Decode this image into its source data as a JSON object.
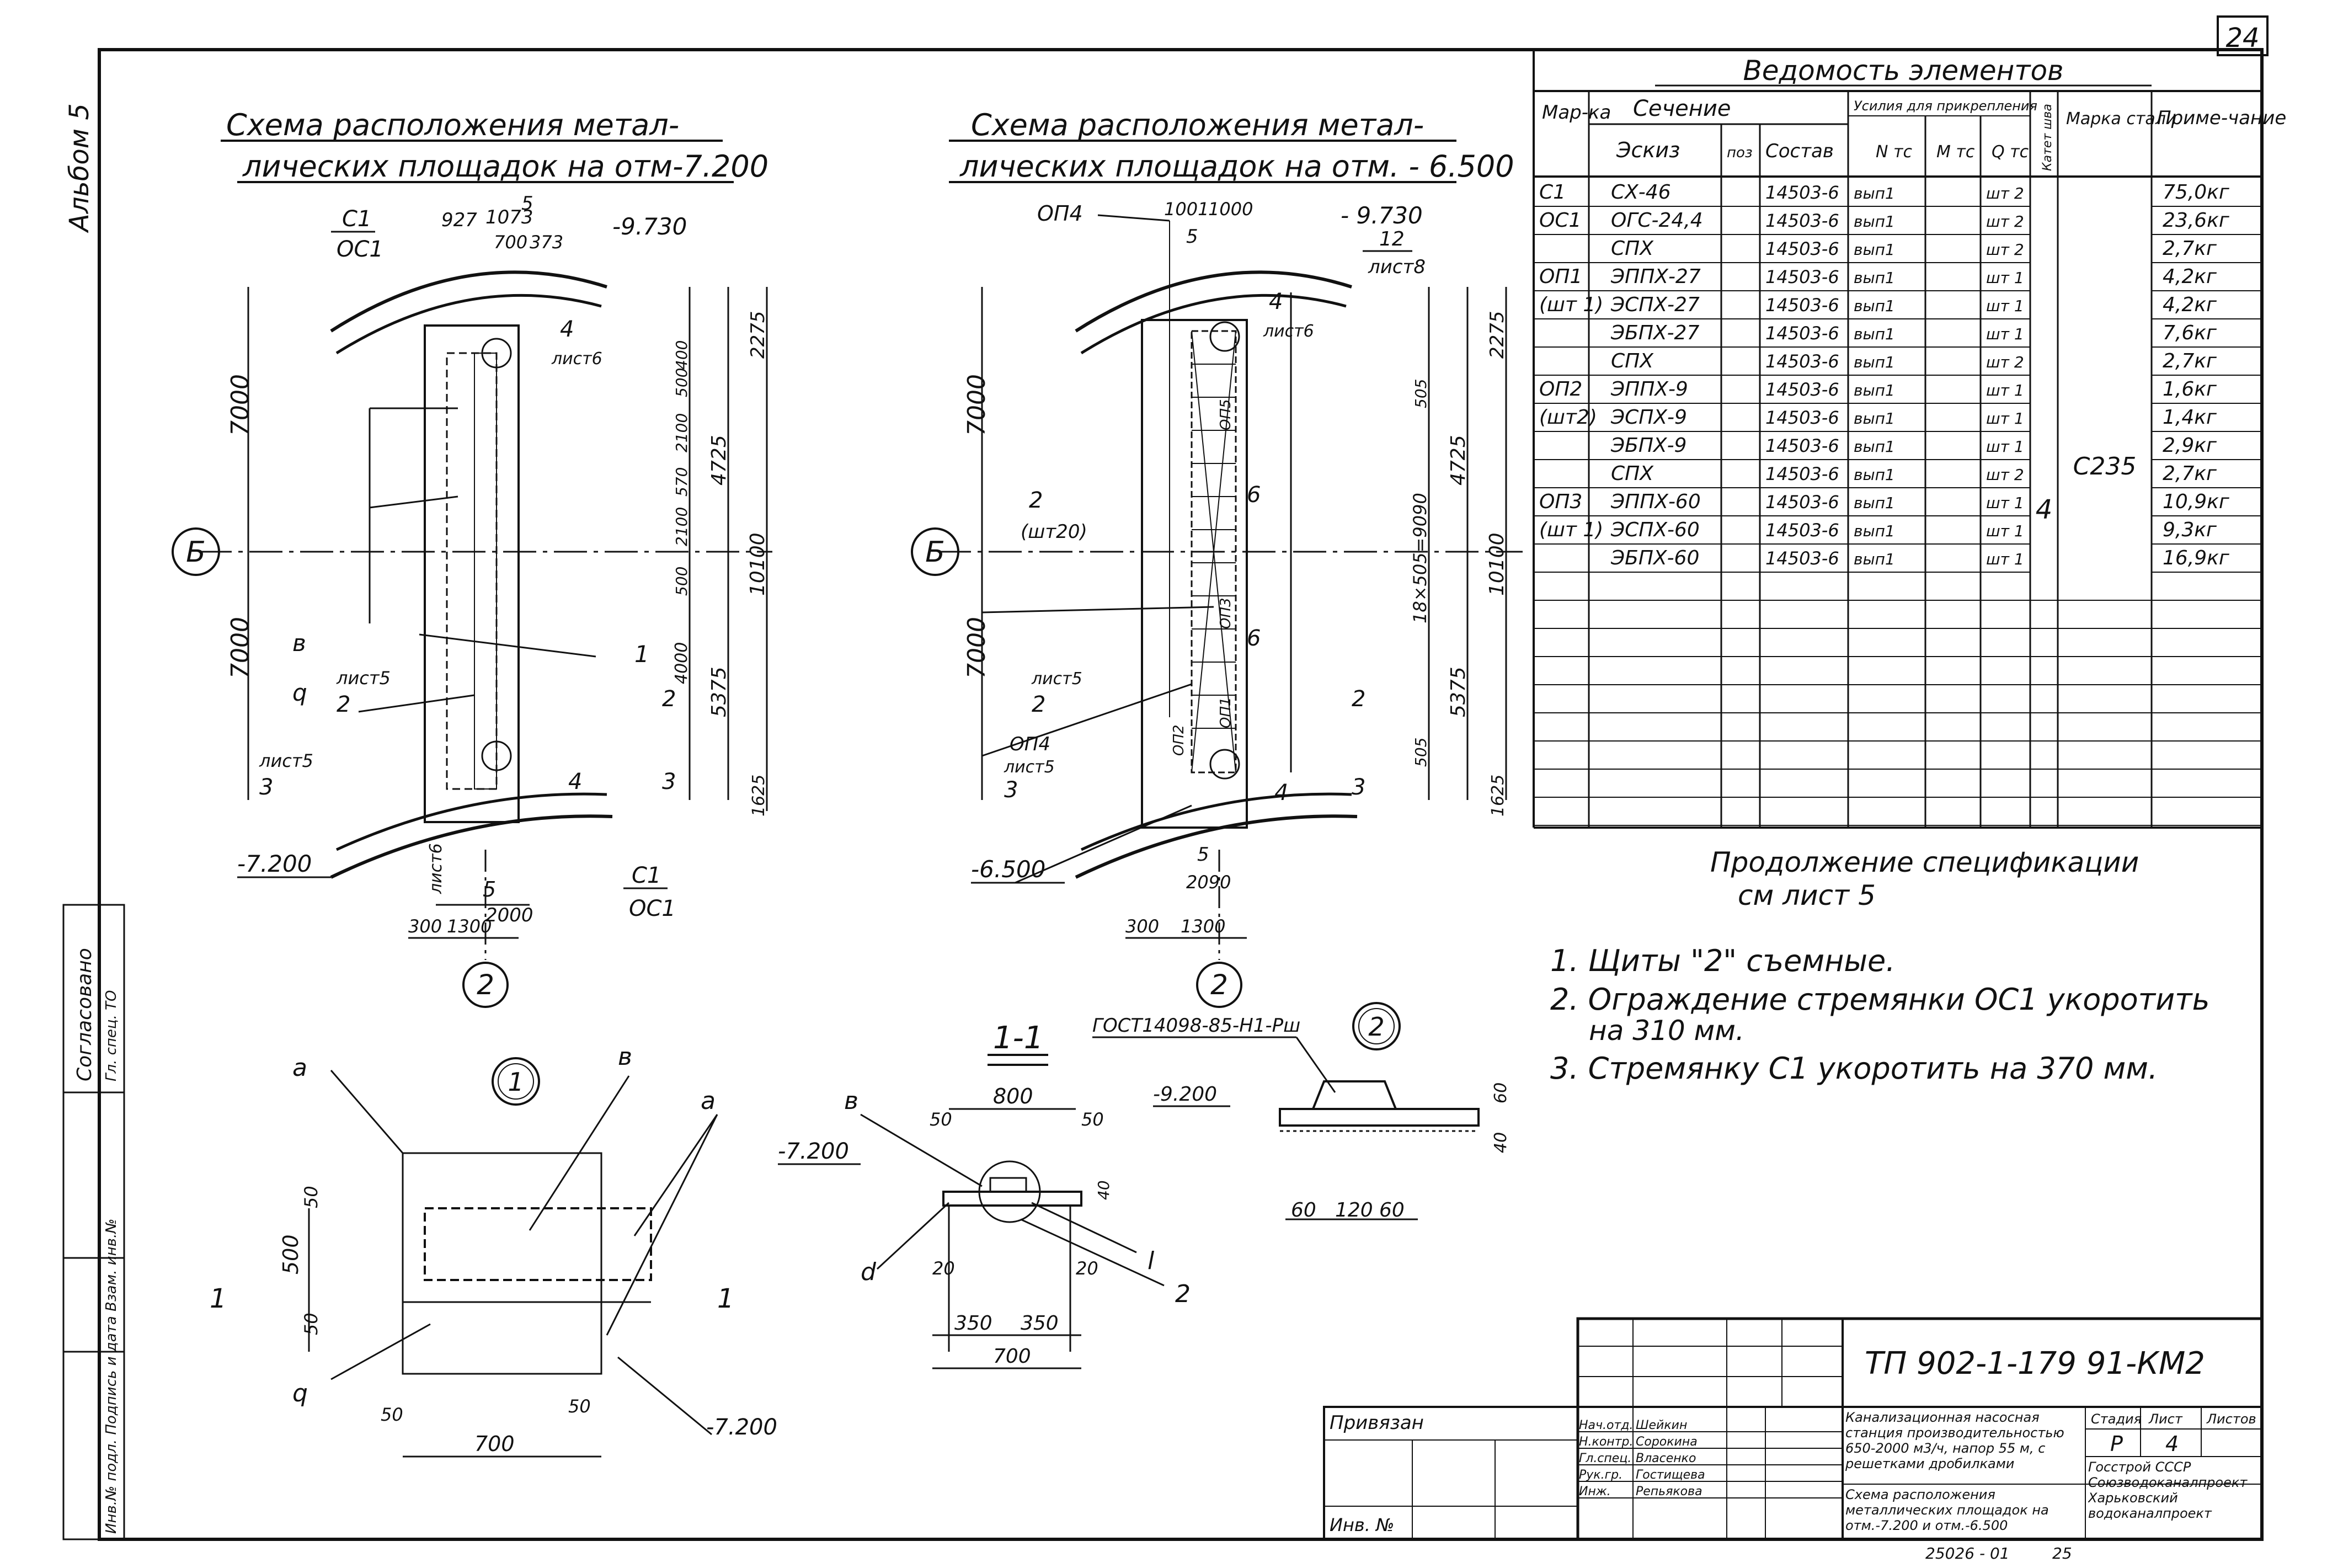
{
  "page_number": "24",
  "album_label": "Альбом 5",
  "left_plan": {
    "title_l1": "Схема расположения метал-",
    "title_l2": "лических площадок на отм-7.200",
    "axis_letter": "Б",
    "axis_number": "2",
    "labels": {
      "c1_oc1_top_1": "С1",
      "c1_oc1_top_2": "ОС1",
      "c1_oc1_bot_1": "С1",
      "c1_oc1_bot_2": "ОС1",
      "elev_top": "-9.730",
      "elev_bot": "-7.200",
      "sheet4": "4",
      "sheet4_note": "лист6",
      "b_mark": "в",
      "q_mark": "q",
      "one_mark": "1",
      "two_sheet": "2",
      "two_sheet_note": "лист5",
      "three_sheet": "3",
      "three_sheet_note": "лист5",
      "four_sheet": "4",
      "five_sheet": "5",
      "five_sheet_note": "лист6",
      "sec3": "3",
      "sec2": "2",
      "top5": "5"
    },
    "dims": {
      "d927": "927",
      "d1073": "1073",
      "d700": "700",
      "d373": "373",
      "d7000a": "7000",
      "d7000b": "7000",
      "d2275": "2275",
      "d4725": "4725",
      "d5375": "5375",
      "d10100": "10100",
      "d1625": "1625",
      "d500": "500",
      "d400": "400",
      "d2100a": "2100",
      "d570": "570",
      "d2100b": "2100",
      "d500b": "500",
      "d4000": "4000",
      "d2000": "2000",
      "d300": "300",
      "d1300": "1300"
    }
  },
  "right_plan": {
    "title_l1": "Схема расположения метал-",
    "title_l2": "лических площадок на отм. - 6.500",
    "axis_letter": "Б",
    "axis_number": "2",
    "labels": {
      "op4_top": "ОП4",
      "op4_bot": "ОП4",
      "elev_top": "- 9.730",
      "elev_bot": "-6.500",
      "n12": "12",
      "n12_note": "лист8",
      "sheet4": "4",
      "sheet4_note": "лист6",
      "op5": "ОП5",
      "op3": "ОП3",
      "op1": "ОП1",
      "op2": "ОП2",
      "n6a": "6",
      "n6b": "6",
      "two_count": "2",
      "two_count_note": "(шт20)",
      "two_sheet": "2",
      "two_sheet_note": "лист5",
      "three_sheet": "3",
      "three_sheet_note": "лист5",
      "sec2": "2",
      "sec3": "3",
      "top5": "5",
      "bot5": "5",
      "bot4": "4"
    },
    "dims": {
      "d1001": "1001",
      "d1000": "1000",
      "d7000a": "7000",
      "d7000b": "7000",
      "d2275": "2275",
      "d505a": "505",
      "d4725": "4725",
      "d18x505": "18×505=9090",
      "d10100": "10100",
      "d5375": "5375",
      "d505b": "505",
      "d1625": "1625",
      "d2090": "2090",
      "d300": "300",
      "d1300": "1300"
    }
  },
  "detail1": {
    "circle": "1",
    "labels": {
      "a1": "а",
      "a2": "а",
      "b": "в",
      "q": "q",
      "elev": "-7.200",
      "sec_l": "1",
      "sec_r": "1"
    },
    "dims": {
      "d50a": "50",
      "d500": "500",
      "d50b": "50",
      "d50c": "50",
      "d700": "700",
      "d50d": "50"
    }
  },
  "section11": {
    "title": "1-1",
    "labels": {
      "b": "в",
      "d": "d",
      "l": "l",
      "two": "2",
      "elev": "-7.200"
    },
    "dims": {
      "d800": "800",
      "d50a": "50",
      "d50b": "50",
      "d40": "40",
      "d20a": "20",
      "d20b": "20",
      "d350a": "350",
      "d350b": "350",
      "d700": "700"
    }
  },
  "detail2": {
    "circle": "2",
    "gost": "ГОСТ14098-85-Н1-Рш",
    "elev": "-9.200",
    "dims": {
      "d60a": "60",
      "d40": "40",
      "d60b": "60",
      "d120": "120",
      "d60c": "60"
    }
  },
  "spec_table": {
    "title": "Ведомость элементов",
    "headers": {
      "marka": "Мар-ка",
      "section": "Сечение",
      "eskiz": "Эскиз",
      "poz": "поз",
      "sostav": "Состав",
      "forces": "Усилия для прикрепления",
      "n": "N тс",
      "m": "М тс",
      "q": "Q тс",
      "weld": "Катет шва",
      "steel": "Марка стали",
      "note": "Приме-чание"
    },
    "rows": [
      {
        "mark": "С1",
        "sketch": "СХ-46",
        "sostav": "14503-6",
        "n": "вып1",
        "q": "шт 2",
        "note": "75,0кг"
      },
      {
        "mark": "ОС1",
        "sketch": "ОГС-24,4",
        "sostav": "14503-6",
        "n": "вып1",
        "q": "шт 2",
        "note": "23,6кг"
      },
      {
        "mark": "",
        "sketch": "СПХ",
        "sostav": "14503-6",
        "n": "вып1",
        "q": "шт 2",
        "note": "2,7кг"
      },
      {
        "mark": "ОП1",
        "sketch": "ЭППХ-27",
        "sostav": "14503-6",
        "n": "вып1",
        "q": "шт 1",
        "note": "4,2кг"
      },
      {
        "mark": "(шт 1)",
        "sketch": "ЭСПХ-27",
        "sostav": "14503-6",
        "n": "вып1",
        "q": "шт 1",
        "note": "4,2кг"
      },
      {
        "mark": "",
        "sketch": "ЭБПХ-27",
        "sostav": "14503-6",
        "n": "вып1",
        "q": "шт 1",
        "note": "7,6кг"
      },
      {
        "mark": "",
        "sketch": "СПХ",
        "sostav": "14503-6",
        "n": "вып1",
        "q": "шт 2",
        "note": "2,7кг"
      },
      {
        "mark": "ОП2",
        "sketch": "ЭППХ-9",
        "sostav": "14503-6",
        "n": "вып1",
        "q": "шт 1",
        "note": "1,6кг"
      },
      {
        "mark": "(шт2)",
        "sketch": "ЭСПХ-9",
        "sostav": "14503-6",
        "n": "вып1",
        "q": "шт 1",
        "note": "1,4кг"
      },
      {
        "mark": "",
        "sketch": "ЭБПХ-9",
        "sostav": "14503-6",
        "n": "вып1",
        "q": "шт 1",
        "note": "2,9кг"
      },
      {
        "mark": "",
        "sketch": "СПХ",
        "sostav": "14503-6",
        "n": "вып1",
        "q": "шт 2",
        "note": "2,7кг"
      },
      {
        "mark": "ОП3",
        "sketch": "ЭППХ-60",
        "sostav": "14503-6",
        "n": "вып1",
        "q": "шт 1",
        "note": "10,9кг"
      },
      {
        "mark": "(шт 1)",
        "sketch": "ЭСПХ-60",
        "sostav": "14503-6",
        "n": "вып1",
        "q": "шт 1",
        "note": "9,3кг"
      },
      {
        "mark": "",
        "sketch": "ЭБПХ-60",
        "sostav": "14503-6",
        "n": "вып1",
        "q": "шт 1",
        "note": "16,9кг"
      }
    ],
    "weld_value": "4",
    "steel_value": "С235"
  },
  "continuation_l1": "Продолжение спецификации",
  "continuation_l2": "см лист 5",
  "notes": [
    "1. Щиты \"2\" съемные.",
    "2. Ограждение стремянки ОС1 укоротить",
    "на 310 мм.",
    "3. Стремянку С1 укоротить на 370 мм."
  ],
  "side_stamp": {
    "agreed": "Согласовано",
    "row1": "Гл. спец. ТО",
    "row2": "Инв.№ подл.  Подпись и дата  Взам. инв.№"
  },
  "title_block": {
    "code": "ТП 902-1-179 91-КМ2",
    "privyazan": "Привязан",
    "inv": "Инв. №",
    "roles": [
      "Нач.отд.",
      "Н.контр.",
      "Гл.спец.",
      "Рук.гр.",
      "Инж."
    ],
    "names": [
      "Шейкин",
      "Сорокина",
      "Власенко",
      "Гостищева",
      "Репьякова"
    ],
    "project": "Канализационная насосная станция производительностью 650-2000 м3/ч, напор 55 м, с решетками дробилками",
    "sheet_name": "Схема расположения металлических площадок на отм.-7.200 и отм.-6.500",
    "stage_h": "Стадия",
    "sheet_h": "Лист",
    "sheets_h": "Листов",
    "stage": "Р",
    "sheet": "4",
    "sheets": "",
    "org": "Госстрой СССР Союзводоканалпроект Харьковский водоканалпроект",
    "bottom_num": "25026 - 01",
    "bottom_page": "25"
  }
}
